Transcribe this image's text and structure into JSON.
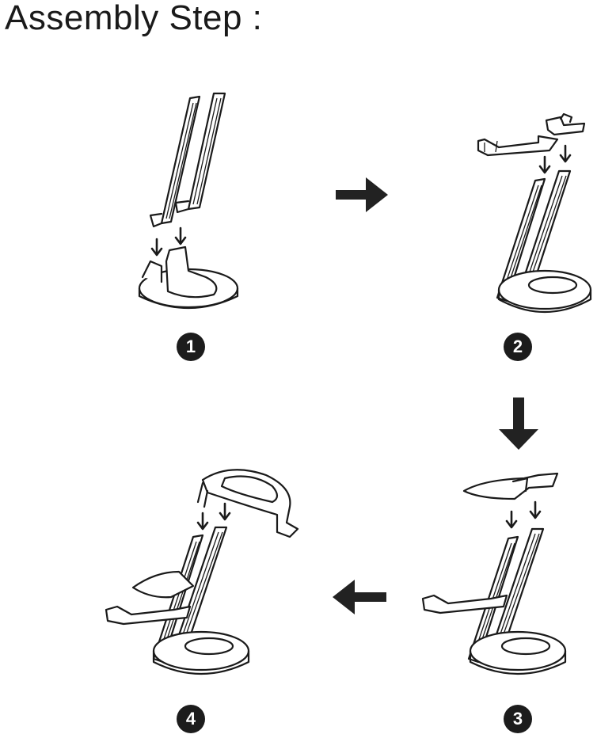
{
  "title": "Assembly Step :",
  "steps": [
    {
      "number": "1"
    },
    {
      "number": "2"
    },
    {
      "number": "3"
    },
    {
      "number": "4"
    }
  ],
  "colors": {
    "ink": "#1a1a1a",
    "badge": "#1c1c1c",
    "arrow": "#222222"
  },
  "icons": {
    "flow_arrow": "thick-arrow-icon",
    "insert_arrow": "small-down-arrow-icon"
  }
}
